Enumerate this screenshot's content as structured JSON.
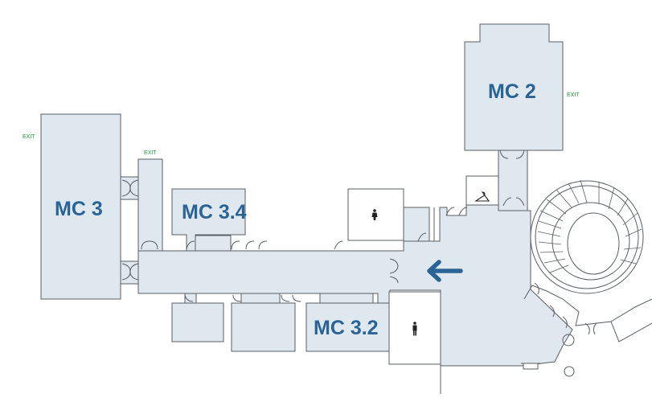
{
  "map": {
    "rooms": [
      {
        "id": "mc3",
        "label": "MC 3"
      },
      {
        "id": "mc34",
        "label": "MC 3.4"
      },
      {
        "id": "mc32",
        "label": "MC 3.2"
      },
      {
        "id": "mc2",
        "label": "MC 2"
      }
    ],
    "exits": [
      {
        "id": "exit-mc3",
        "label": "EXIT"
      },
      {
        "id": "exit-corridor",
        "label": "EXIT"
      },
      {
        "id": "exit-mc2",
        "label": "EXIT"
      }
    ],
    "icons": {
      "restroom_upper": "restroom-icon",
      "restroom_lower": "restroom-icon",
      "cloakroom": "coat-hanger-icon",
      "direction_arrow": "arrow-left-icon"
    },
    "colors": {
      "room_fill": "#dfe8ef",
      "wall": "#5a5f63",
      "label": "#2a6496",
      "exit": "#1c9a3c",
      "arrow": "#2a6496"
    }
  }
}
